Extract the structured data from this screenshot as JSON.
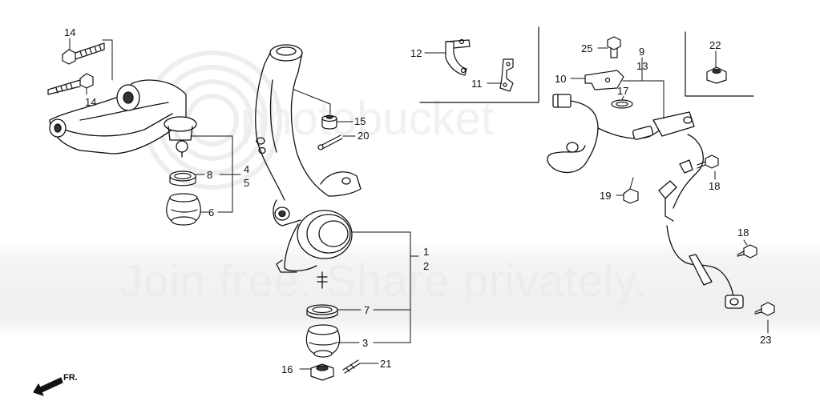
{
  "watermark": {
    "band_text": "Join free. Share privately.",
    "ghost_text": "photobucket"
  },
  "direction_label": "FR.",
  "callouts": {
    "c1": "1",
    "c2": "2",
    "c3": "3",
    "c4": "4",
    "c5": "5",
    "c6": "6",
    "c7": "7",
    "c8": "8",
    "c9": "9",
    "c10": "10",
    "c11": "11",
    "c12": "12",
    "c13": "13",
    "c14a": "14",
    "c14b": "14",
    "c15": "15",
    "c16": "16",
    "c17": "17",
    "c18a": "18",
    "c18b": "18",
    "c19": "19",
    "c20": "20",
    "c21": "21",
    "c22": "22",
    "c23": "23",
    "c25": "25"
  }
}
